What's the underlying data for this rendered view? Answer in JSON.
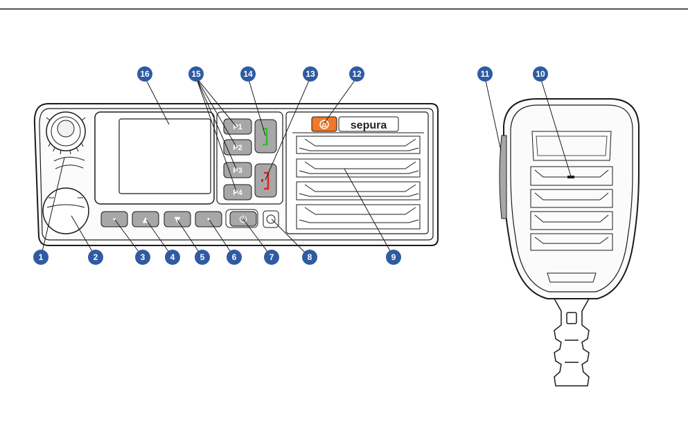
{
  "brand": {
    "name": "sepura"
  },
  "colors": {
    "callout": "#2f5ba3",
    "button_gray": "#a7a7a7",
    "outline": "#1a1a1a",
    "green_key": "#2fbe2f",
    "red_key": "#e02020",
    "emergency": "#f07828"
  },
  "callouts": [
    {
      "id": "1",
      "label": "1"
    },
    {
      "id": "2",
      "label": "2"
    },
    {
      "id": "3",
      "label": "3"
    },
    {
      "id": "4",
      "label": "4"
    },
    {
      "id": "5",
      "label": "5"
    },
    {
      "id": "6",
      "label": "6"
    },
    {
      "id": "7",
      "label": "7"
    },
    {
      "id": "8",
      "label": "8"
    },
    {
      "id": "9",
      "label": "9"
    },
    {
      "id": "10",
      "label": "10"
    },
    {
      "id": "11",
      "label": "11"
    },
    {
      "id": "12",
      "label": "12"
    },
    {
      "id": "13",
      "label": "13"
    },
    {
      "id": "14",
      "label": "14"
    },
    {
      "id": "15",
      "label": "15"
    },
    {
      "id": "16",
      "label": "16"
    }
  ],
  "programmable_keys": [
    {
      "label": "P1"
    },
    {
      "label": "P2"
    },
    {
      "label": "P3"
    },
    {
      "label": "P4"
    }
  ],
  "nav_keys": [
    {
      "icon": "dot-icon",
      "glyph": "•"
    },
    {
      "icon": "up-arrow-icon",
      "glyph": "▲"
    },
    {
      "icon": "down-arrow-icon",
      "glyph": "▼"
    },
    {
      "icon": "dot-icon",
      "glyph": "•"
    }
  ],
  "power_key": {
    "icon": "power-icon",
    "glyph": "⏻"
  }
}
